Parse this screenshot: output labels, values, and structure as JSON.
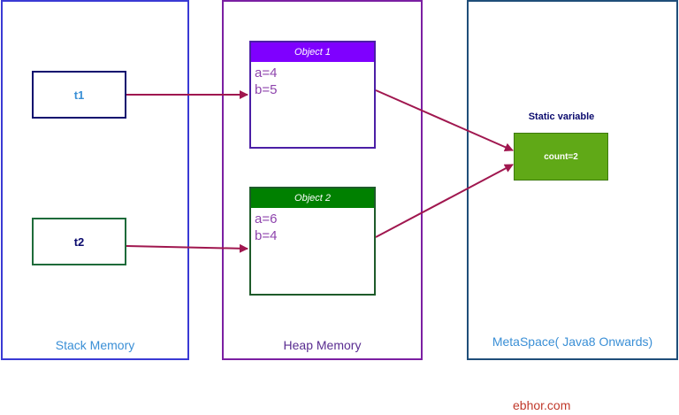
{
  "panels": {
    "stack": {
      "label": "Stack Memory",
      "border_color": "#3a3ad4",
      "label_color": "#3a8fd6"
    },
    "heap": {
      "label": "Heap  Memory",
      "border_color": "#7b1fa2",
      "label_color": "#5a2d91"
    },
    "metaspace": {
      "label": "MetaSpace( Java8 Onwards)",
      "border_color": "#1f4e79",
      "label_color": "#3a8fd6"
    }
  },
  "stack_refs": [
    {
      "label": "t1",
      "border_color": "#0b0b6e",
      "text_color": "#3a8fd6"
    },
    {
      "label": "t2",
      "border_color": "#1e6b3a",
      "text_color": "#0b0b6e"
    }
  ],
  "objects": [
    {
      "title": "Object 1",
      "header_color": "#7f00ff",
      "border_color": "#4b1fa6",
      "fields": [
        "a=4",
        "b=5"
      ]
    },
    {
      "title": "Object 2",
      "header_color": "#008000",
      "border_color": "#1e5b2a",
      "fields": [
        "a=6",
        "b=4"
      ]
    }
  ],
  "static_variable": {
    "label": "Static variable",
    "value": "count=2",
    "fill_color": "#60a917",
    "label_color": "#0b0b6e"
  },
  "arrow_color": "#a0174f",
  "watermark": "ebhor.com"
}
